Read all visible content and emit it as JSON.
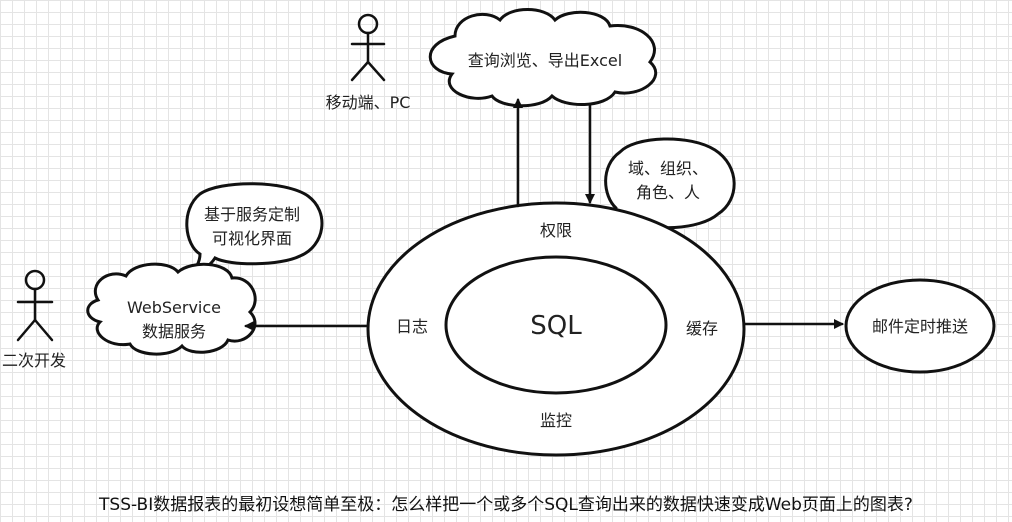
{
  "actors": {
    "mobile": {
      "label": "移动端、PC"
    },
    "developer": {
      "label": "二次开发"
    }
  },
  "clouds": {
    "query_export": {
      "text": "查询浏览、导出Excel"
    },
    "permission_scope": {
      "line1": "域、组织、",
      "line2": "角色、人"
    },
    "custom_ui": {
      "line1": "基于服务定制",
      "line2": "可视化界面"
    },
    "webservice": {
      "line1": "WebService",
      "line2": "数据服务"
    }
  },
  "core": {
    "center": "SQL",
    "top": "权限",
    "left": "日志",
    "right": "缓存",
    "bottom": "监控"
  },
  "email": {
    "label": "邮件定时推送"
  },
  "caption": "TSS-BI数据报表的最初设想简单至极：怎么样把一个或多个SQL查询出来的数据快速变成Web页面上的图表?"
}
